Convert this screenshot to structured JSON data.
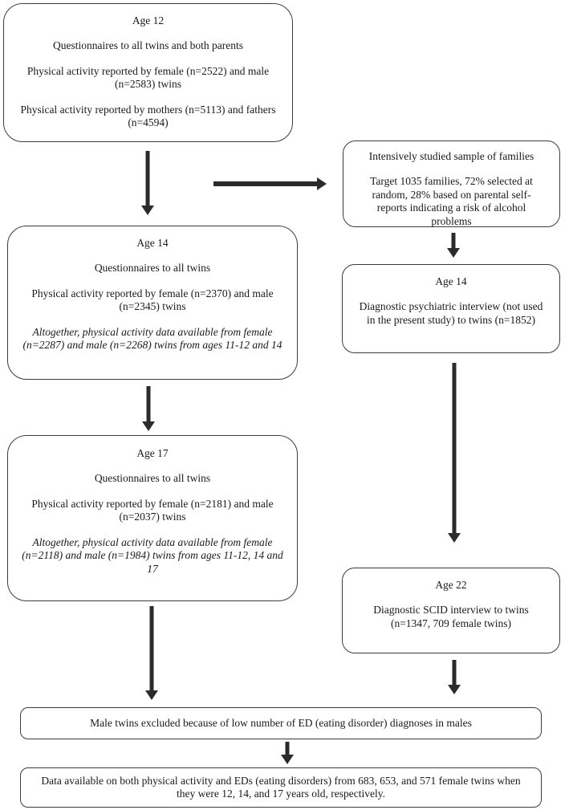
{
  "figure": {
    "colors": {
      "background": "#ffffff",
      "box_border": "#3c3c3c",
      "text": "#1a1a1a",
      "arrow": "#2b2b2b"
    },
    "boxes": {
      "age12": {
        "title": "Age 12",
        "p1": "Questionnaires to all twins and both parents",
        "p2": "Physical activity reported by female (n=2522) and male (n=2583) twins",
        "p3": "Physical activity reported by mothers (n=5113) and fathers (n=4594)"
      },
      "intensive": {
        "title": "Intensively studied sample of families",
        "p1": "Target 1035 families, 72% selected at random, 28% based on parental self-reports indicating a risk of alcohol problems"
      },
      "age14_left": {
        "title": "Age 14",
        "p1": "Questionnaires to all twins",
        "p2": "Physical activity reported by female (n=2370) and male (n=2345) twins",
        "p3": "Altogether, physical activity data available from female (n=2287) and male (n=2268) twins from ages 11-12 and 14"
      },
      "age14_right": {
        "title": "Age 14",
        "p1": "Diagnostic psychiatric interview (not used in the present study) to twins (n=1852)"
      },
      "age17": {
        "title": "Age 17",
        "p1": "Questionnaires to all twins",
        "p2": "Physical activity reported by female (n=2181) and male (n=2037) twins",
        "p3": "Altogether, physical activity data available from female (n=2118) and male (n=1984) twins from ages 11-12, 14 and 17"
      },
      "age22": {
        "title": "Age 22",
        "p1": "Diagnostic SCID interview to twins (n=1347, 709 female twins)"
      },
      "excluded": {
        "p1": "Male twins excluded because of low number of ED (eating disorder) diagnoses in males"
      },
      "final": {
        "p1": "Data available on both physical activity and EDs (eating disorders) from 683, 653, and 571 female twins when they were 12, 14, and 17 years old, respectively."
      }
    }
  }
}
